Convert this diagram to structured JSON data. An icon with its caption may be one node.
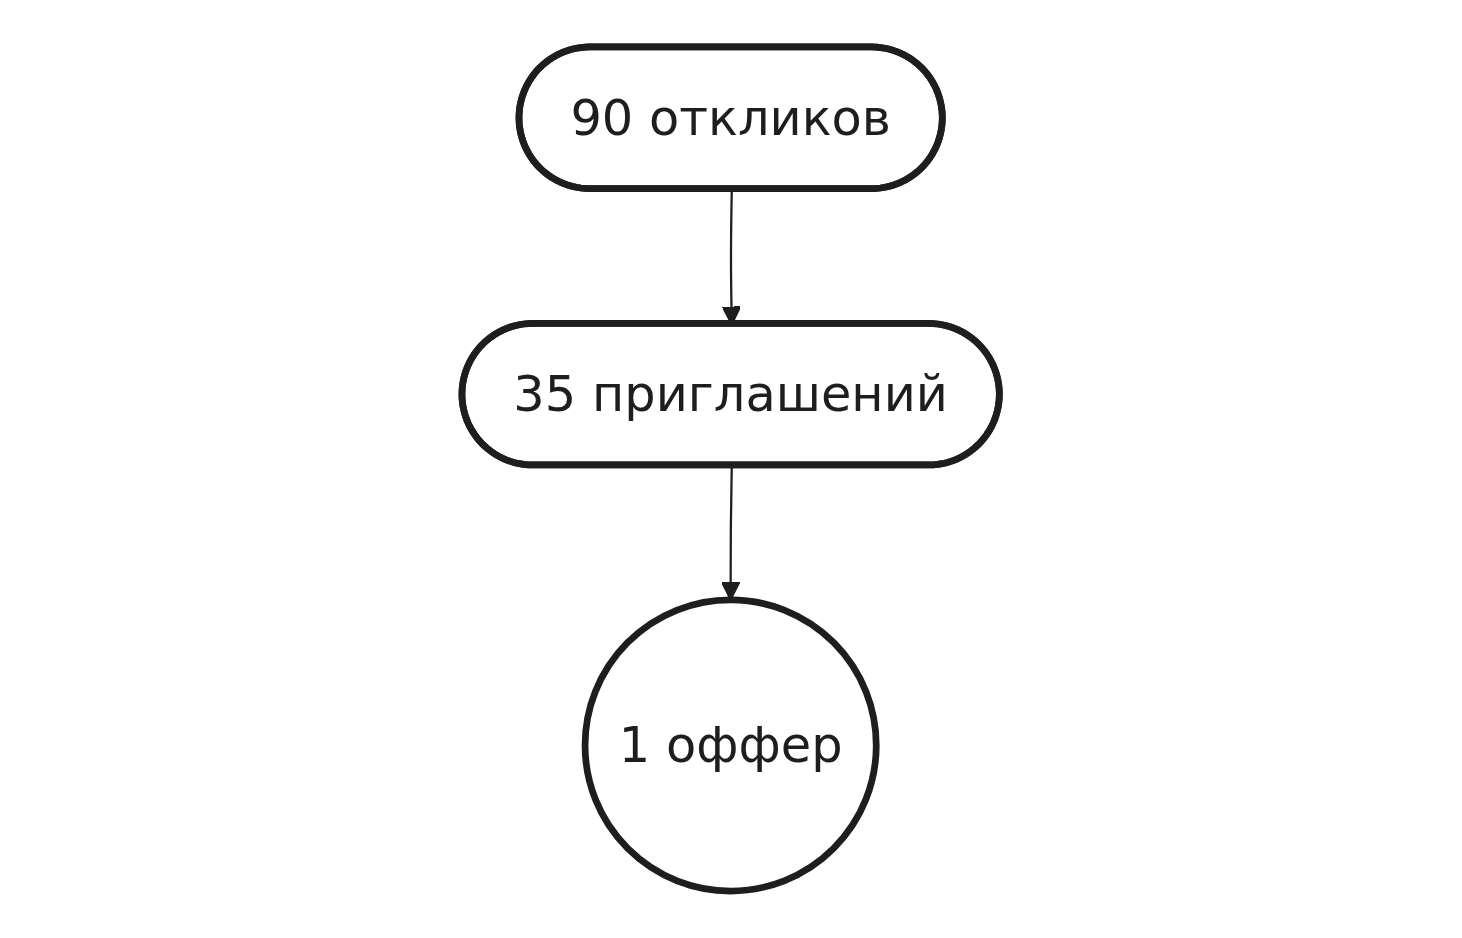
{
  "diagram": {
    "nodes": [
      {
        "text": [
          "90 откликов"
        ]
      },
      {
        "text": [
          "35 приглашений"
        ]
      },
      {
        "text": [
          "1 оффер"
        ]
      }
    ],
    "edges": [
      {
        "from": 0,
        "to": 1,
        "arrow": "to"
      },
      {
        "from": 1,
        "to": 2,
        "arrow": "to"
      }
    ]
  }
}
